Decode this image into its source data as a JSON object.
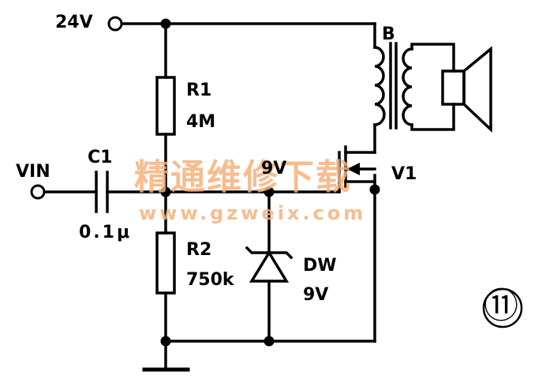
{
  "supply_label": "24V",
  "input_label": "VIN",
  "components": {
    "r1": {
      "name": "R1",
      "value": "4M"
    },
    "r2": {
      "name": "R2",
      "value": "750k"
    },
    "c1": {
      "name": "C1",
      "value": "0.1μ"
    },
    "dw": {
      "name": "DW",
      "value": "9V"
    },
    "v1": {
      "name": "V1"
    },
    "b": {
      "name": "B"
    }
  },
  "node_label": "9V",
  "figure_number": "⑪",
  "watermark": {
    "text": "精通维修下载",
    "url": "www.gzweix.com"
  },
  "colors": {
    "line": "#000000",
    "watermark": "#f5b27c",
    "background": "#ffffff"
  }
}
